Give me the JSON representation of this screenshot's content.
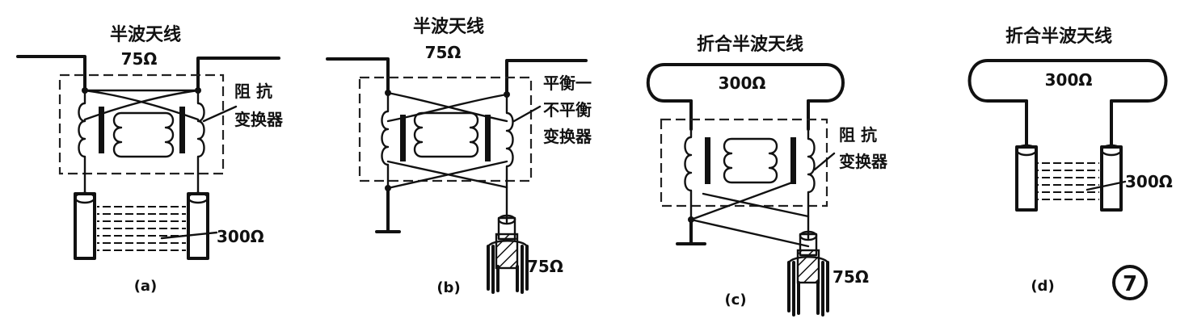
{
  "figure_number": "7",
  "panels": {
    "a": {
      "caption": "(a)",
      "antenna_title": "半波天线",
      "antenna_impedance": "75Ω",
      "transformer_label_1": "阻  抗",
      "transformer_label_2": "变换器",
      "line_impedance": "300Ω"
    },
    "b": {
      "caption": "(b)",
      "antenna_title": "半波天线",
      "antenna_impedance": "75Ω",
      "balun_label_1": "平衡一",
      "balun_label_2": "不平衡",
      "balun_label_3": "变换器",
      "cable_impedance": "75Ω"
    },
    "c": {
      "caption": "(c)",
      "antenna_title": "折合半波天线",
      "antenna_impedance": "300Ω",
      "transformer_label_1": "阻  抗",
      "transformer_label_2": "变换器",
      "cable_impedance": "75Ω"
    },
    "d": {
      "caption": "(d)",
      "antenna_title": "折合半波天线",
      "antenna_impedance": "300Ω",
      "line_impedance": "300Ω"
    }
  }
}
